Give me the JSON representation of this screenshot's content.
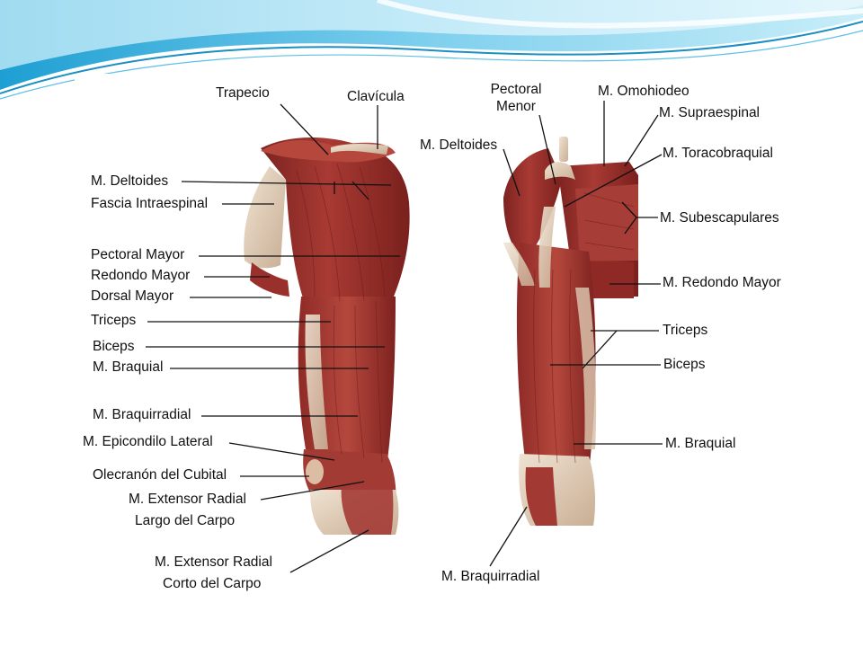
{
  "theme": {
    "accent": "#29a9d8",
    "accent_light": "#8fd6ef",
    "muscle": "#9c2f2a",
    "muscle_dark": "#6e1b18",
    "tendon": "#e2cfb8",
    "leader": "#111111"
  },
  "labels": {
    "left": {
      "trapecio": "Trapecio",
      "clavicula": "Clavícula",
      "deltoides": "M. Deltoides",
      "fascia": "Fascia Intraespinal",
      "pectoral_mayor": "Pectoral Mayor",
      "redondo_mayor": "Redondo Mayor",
      "dorsal_mayor": "Dorsal Mayor",
      "triceps": "Triceps",
      "biceps": "Biceps",
      "braquial": "M. Braquial",
      "braquirradial": "M. Braquirradial",
      "epicondilo": "M. Epicondilo Lateral",
      "olecranon": "Olecranón del Cubital",
      "extensor_largo_1": "M. Extensor Radial",
      "extensor_largo_2": "Largo del Carpo",
      "extensor_corto_1": "M. Extensor Radial",
      "extensor_corto_2": "Corto del Carpo"
    },
    "right": {
      "pectoral_menor_1": "Pectoral",
      "pectoral_menor_2": "Menor",
      "omohiodeo": "M. Omohiodeo",
      "supraespinal": "M. Supraespinal",
      "deltoides": "M. Deltoides",
      "toracobraquial": "M. Toracobraquial",
      "subescapulares": "M. Subescapulares",
      "redondo_mayor": "M. Redondo Mayor",
      "triceps": "Triceps",
      "biceps": "Biceps",
      "braquial": "M. Braquial",
      "braquirradial": "M. Braquirradial"
    }
  }
}
